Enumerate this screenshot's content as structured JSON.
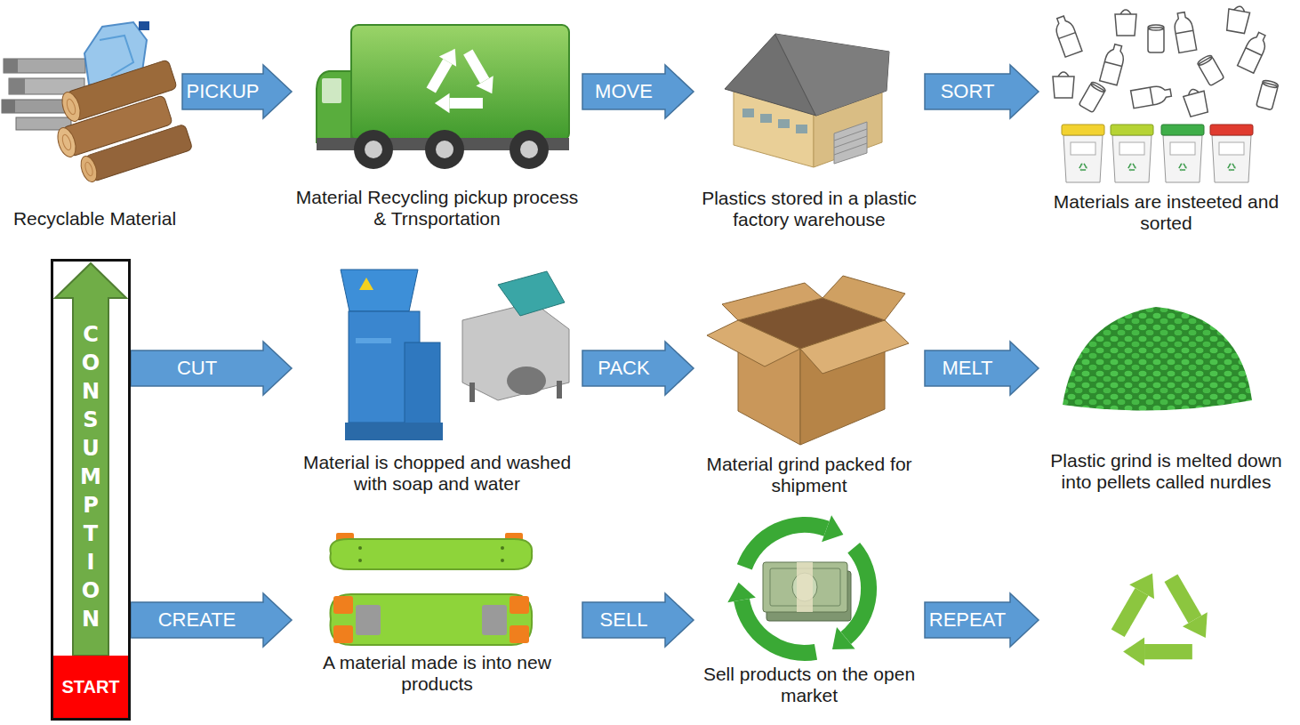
{
  "diagram": {
    "nodes": [
      {
        "text": [
          "Recyclable Material"
        ]
      },
      {
        "text": [
          "Material Recycling pickup process & Trnsportation"
        ]
      },
      {
        "text": [
          "Plastics stored in a plastic factory warehouse"
        ]
      },
      {
        "text": [
          "Materials are insteeted and sorted"
        ]
      },
      {
        "text": [
          "CONSUMPTION"
        ]
      },
      {
        "text": [
          "START"
        ],
        "in": 4
      },
      {
        "text": [
          "Material is chopped and washed with soap and water"
        ]
      },
      {
        "text": [
          "Material grind packed for shipment"
        ]
      },
      {
        "text": [
          "Plastic grind is melted down into pellets called nurdles"
        ]
      },
      {
        "text": [
          "A material made is into new products"
        ]
      },
      {
        "text": [
          "Sell products on the open market"
        ]
      }
    ],
    "edges": [
      {
        "from": 0,
        "to": 1,
        "label": "PICKUP",
        "arrow": "to"
      },
      {
        "from": 1,
        "to": 2,
        "label": "MOVE",
        "arrow": "to"
      },
      {
        "from": 2,
        "to": 3,
        "label": "SORT",
        "arrow": "to"
      },
      {
        "from": 4,
        "to": 6,
        "label": "CUT",
        "arrow": "to"
      },
      {
        "from": 6,
        "to": 7,
        "label": "PACK",
        "arrow": "to"
      },
      {
        "from": 7,
        "to": 8,
        "label": "MELT",
        "arrow": "to"
      },
      {
        "from": 4,
        "to": 9,
        "label": "CREATE",
        "arrow": "to"
      },
      {
        "from": 9,
        "to": 10,
        "label": "SELL",
        "arrow": "to"
      }
    ],
    "labels": [
      "REPEAT"
    ]
  }
}
